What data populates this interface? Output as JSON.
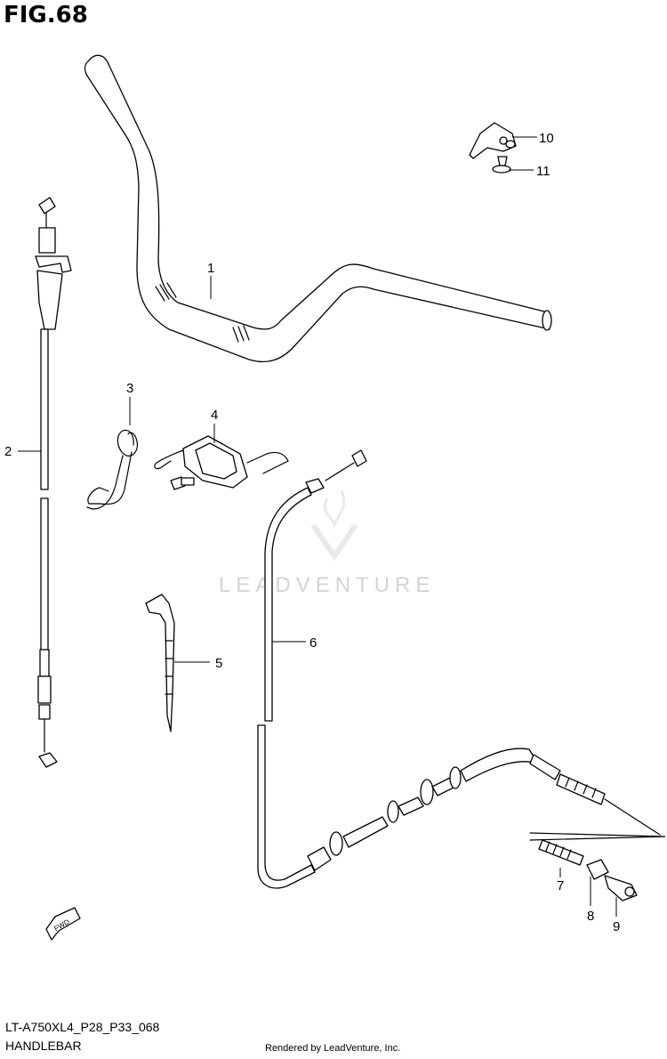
{
  "figure": {
    "title": "FIG.68",
    "code": "LT-A750XL4_P28_P33_068",
    "caption": "HANDLEBAR",
    "rendered_by": "Rendered by LeadVenture, Inc.",
    "watermark": "LEADVENTURE"
  },
  "callouts": [
    "1",
    "2",
    "3",
    "4",
    "5",
    "6",
    "7",
    "8",
    "9",
    "10",
    "11"
  ],
  "fwd_label": "FWD"
}
